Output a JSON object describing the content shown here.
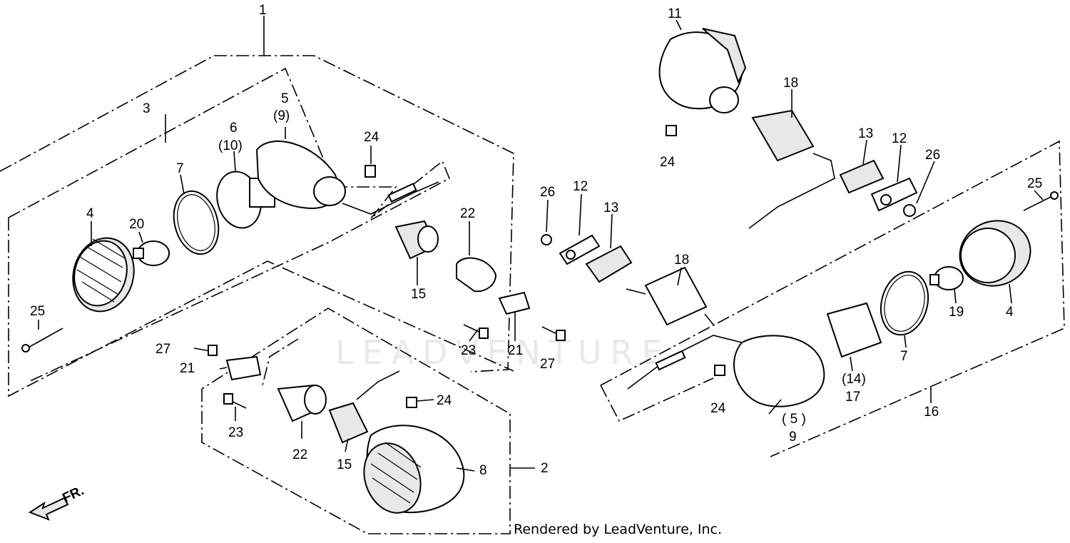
{
  "credit": "Rendered by LeadVenture, Inc.",
  "watermark": "LEADVENTURE",
  "direction_label": "FR.",
  "callouts": {
    "c1": "1",
    "c2": "2",
    "c3": "3",
    "c4a": "4",
    "c4b": "4",
    "c5a": "5",
    "c5a_alt": "(9)",
    "c5b": "( 5 )",
    "c9": "9",
    "c6": "6",
    "c6_alt": "(10)",
    "c7a": "7",
    "c7b": "7",
    "c8": "8",
    "c11": "11",
    "c12a": "12",
    "c12b": "12",
    "c13a": "13",
    "c13b": "13",
    "c14": "(14)",
    "c17": "17",
    "c15a": "15",
    "c15b": "15",
    "c16": "16",
    "c18a": "18",
    "c18b": "18",
    "c19": "19",
    "c20": "20",
    "c21a": "21",
    "c21b": "21",
    "c22a": "22",
    "c22b": "22",
    "c23a": "23",
    "c23b": "23",
    "c24a": "24",
    "c24b": "24",
    "c24c": "24",
    "c24d": "24",
    "c25a": "25",
    "c25b": "25",
    "c26a": "26",
    "c26b": "26",
    "c27a": "27",
    "c27b": "27"
  }
}
